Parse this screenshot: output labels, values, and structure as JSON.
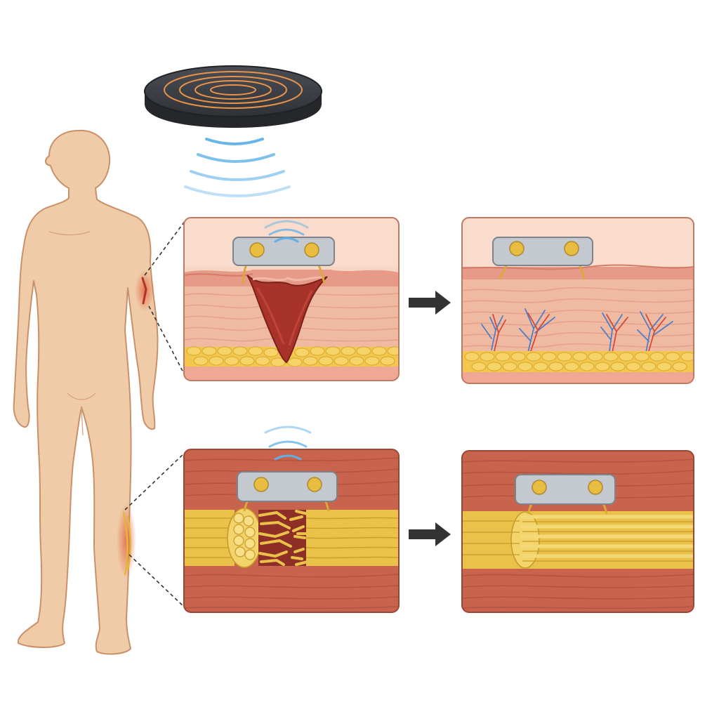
{
  "colors": {
    "background": "#ffffff",
    "body_skin": "#f0cba8",
    "body_outline": "#c9916a",
    "charger_body": "#3c3f44",
    "charger_coil": "#e8934a",
    "wireless_wave": "#5fb0e8",
    "device_plate": "#c4c9cf",
    "device_electrode": "#e9bd3f",
    "epidermis": "#f7d6c4",
    "dermis": "#eeb39d",
    "fat_layer": "#f2c74b",
    "wound_bed": "#a8332b",
    "muscle": "#c8644e",
    "nerve": "#eac24a",
    "nerve_damage": "#8e2f27",
    "vessel_red": "#d24b3c",
    "vessel_blue": "#4f7fc6",
    "arrow": "#333333",
    "leader_line": "#333333"
  },
  "icons": [
    "wireless-charger-icon",
    "wireless-signal-icon",
    "bioelectronic-implant-icon",
    "arrow-right-icon"
  ],
  "panels": [
    {
      "id": "skin-wound",
      "stage": "before"
    },
    {
      "id": "skin-healed",
      "stage": "after"
    },
    {
      "id": "nerve-injured",
      "stage": "before"
    },
    {
      "id": "nerve-regenerated",
      "stage": "after"
    }
  ]
}
